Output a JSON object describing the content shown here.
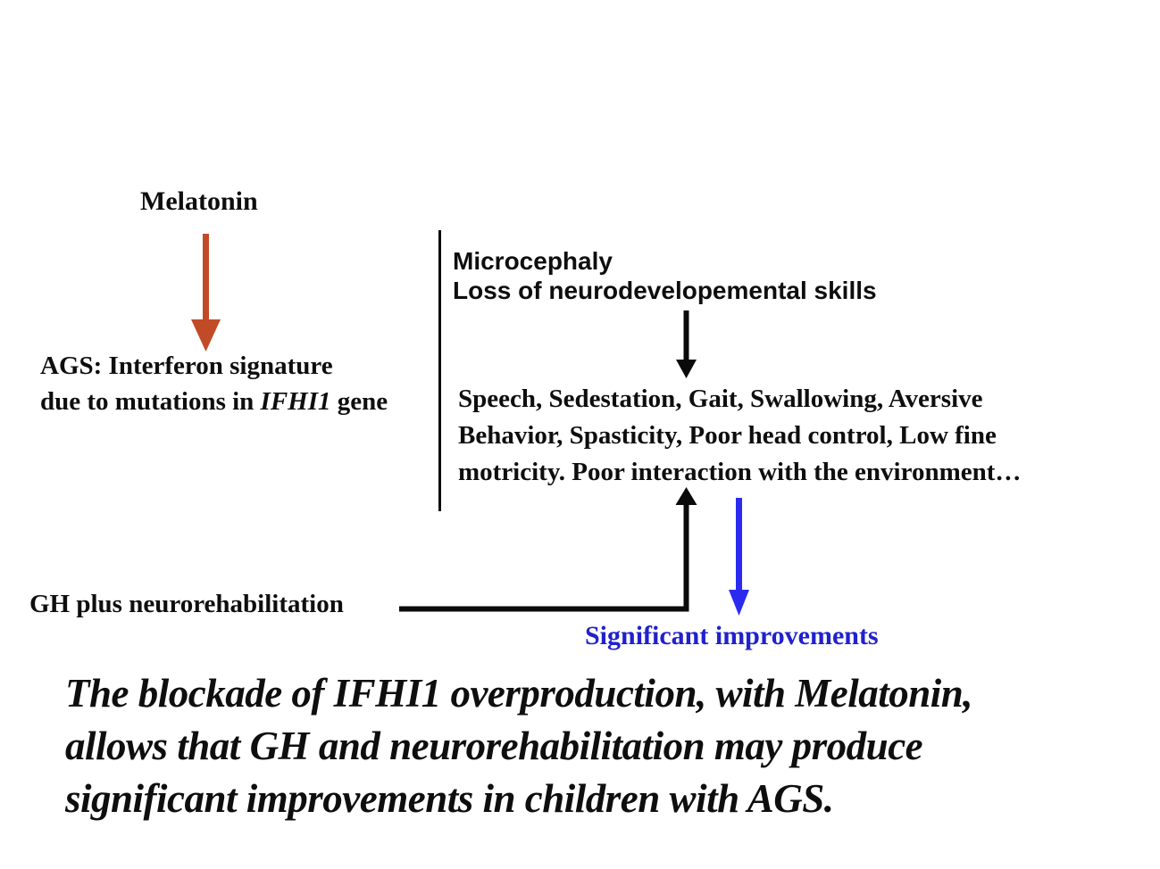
{
  "labels": {
    "melatonin": "Melatonin",
    "ags_line1": "AGS: Interferon signature",
    "ags_line2_prefix": "due to mutations in ",
    "ags_gene": "IFHI1",
    "ags_line2_suffix": " gene",
    "microcephaly_line1": "Microcephaly",
    "microcephaly_line2": "Loss of neurodevelopemental skills",
    "symptoms_line1": "Speech, Sedestation, Gait, Swallowing, Aversive",
    "symptoms_line2": "Behavior, Spasticity, Poor head control, Low fine",
    "symptoms_line3": "motricity. Poor interaction with the environment…",
    "gh": "GH plus neurorehabilitation",
    "improvements": "Significant improvements",
    "caption_line1": "The blockade of IFHI1 overproduction, with Melatonin,",
    "caption_line2": "allows that GH and neurorehabilitation may produce",
    "caption_line3": "significant improvements in children with AGS."
  },
  "colors": {
    "red_arrow": "#c24b27",
    "black": "#0a0a0a",
    "blue_arrow": "#2b2bf0",
    "improvements_text": "#2121cd"
  }
}
